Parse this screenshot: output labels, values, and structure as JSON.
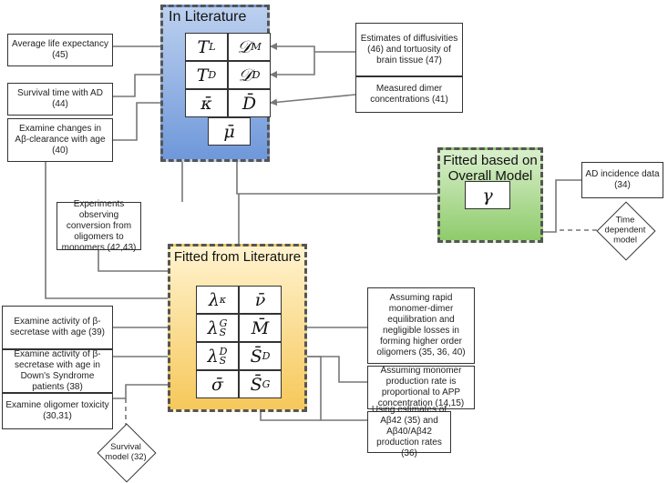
{
  "regions": {
    "in_literature": "In Literature",
    "fitted_from_literature": "Fitted from Literature",
    "fitted_overall": "Fitted based on Overall Model"
  },
  "params_literature": {
    "TL": "T",
    "TL_sub": "L",
    "DM": "𝒟",
    "DM_sub": "M",
    "TD": "T",
    "TD_sub": "D",
    "DD": "𝒟",
    "DD_sub": "D",
    "kappa": "κ̄",
    "Dbar": "D̄",
    "mu": "μ̄"
  },
  "params_fitted": {
    "lambda_kappa": "λ",
    "lambda_kappa_sub": "κ",
    "nu": "ν̄",
    "lambda_SG": "λ",
    "lambda_SG_sub": "S",
    "lambda_SG_sup": "G",
    "M": "M̄",
    "lambda_SD": "λ",
    "lambda_SD_sub": "S",
    "lambda_SD_sup": "D",
    "SD": "S̄",
    "SD_sup": "D",
    "sigma": "σ̄",
    "SG": "S̄",
    "SG_sup": "G"
  },
  "param_overall": {
    "gamma": "γ"
  },
  "sources": {
    "life_expectancy": "Average life expectancy (45)",
    "survival_ad": "Survival time with AD (44)",
    "abeta_clearance": "Examine changes in Aβ-clearance with age (40)",
    "diffusivities": "Estimates of diffusivities (46) and tortuosity of brain tissue (47)",
    "dimer_conc": "Measured dimer concentrations (41)",
    "conversion": "Experiments observing conversion from oligomers to monomers (42,43)",
    "ad_incidence": "AD incidence data (34)",
    "beta_secretase": "Examine activity of β-secretase with age (39)",
    "beta_secretase_ds": "Examine activity of β-secretase with age in Down's Syndrome patients (38)",
    "oligomer_toxicity": "Examine oligomer toxicity (30,31)",
    "rapid_equilibration": "Assuming rapid monomer-dimer equilibration and negligible losses in forming higher order oligomers (35, 36, 40)",
    "monomer_production": "Assuming monomer production rate is proportional to APP concentration (14,15)",
    "ab42_estimates": "Using estimates of Aβ42 (35) and Aβ40/Aβ42 production rates (36)"
  },
  "models": {
    "time_dependent": "Time dependent model",
    "survival": "Survival model (32)"
  }
}
